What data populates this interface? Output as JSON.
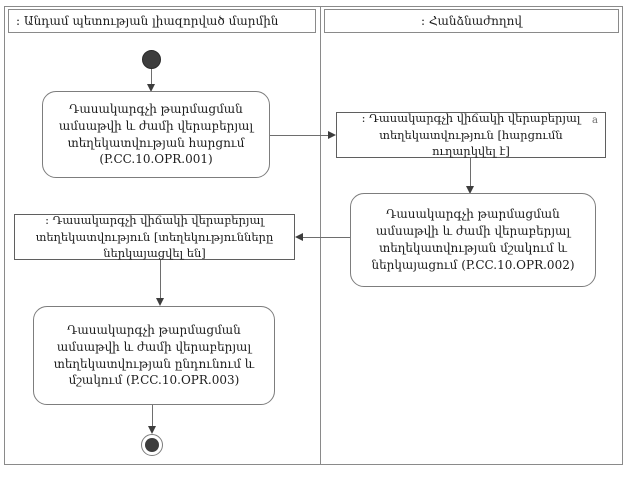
{
  "diagram": {
    "type": "uml-activity-diagram",
    "colors": {
      "background": "#ffffff",
      "line": "#8a8a8a",
      "node_fill": "#ffffff",
      "text": "#1c1c1c",
      "solid_node": "#3d3d3d"
    },
    "lanes": [
      {
        "title": ": Անդամ պետության լիազորված մարմին"
      },
      {
        "title": ": Հանձնաժողով"
      }
    ],
    "nodes": {
      "start": {
        "kind": "initial-node"
      },
      "activity1": {
        "label": "Դասակարգչի թարմացման ամսաթվի և ժամի վերաբերյալ տեղեկատվության հարցում (P.CC.10.OPR.001)"
      },
      "object1": {
        "label": ": Դասակարգչի վիճակի վերաբերյալ տեղեկատվություն [հարցումն ուղարկվել է]",
        "corner_marker": "a"
      },
      "activity2": {
        "label": "Դասակարգչի թարմացման ամսաթվի և ժամի վերաբերյալ տեղեկատվության մշակում և ներկայացում (P.CC.10.OPR.002)"
      },
      "object2": {
        "label": ": Դասակարգչի վիճակի վերաբերյալ տեղեկատվություն [տեղեկությունները ներկայացվել են]"
      },
      "activity3": {
        "label": "Դասակարգչի թարմացման ամսաթվի և ժամի վերաբերյալ տեղեկատվության ընդունում և մշակում (P.CC.10.OPR.003)"
      },
      "final": {
        "kind": "activity-final-node"
      }
    },
    "edges": [
      {
        "from": "start",
        "to": "activity1"
      },
      {
        "from": "activity1",
        "to": "object1"
      },
      {
        "from": "object1",
        "to": "activity2"
      },
      {
        "from": "activity2",
        "to": "object2"
      },
      {
        "from": "object2",
        "to": "activity3"
      },
      {
        "from": "activity3",
        "to": "final"
      }
    ]
  }
}
